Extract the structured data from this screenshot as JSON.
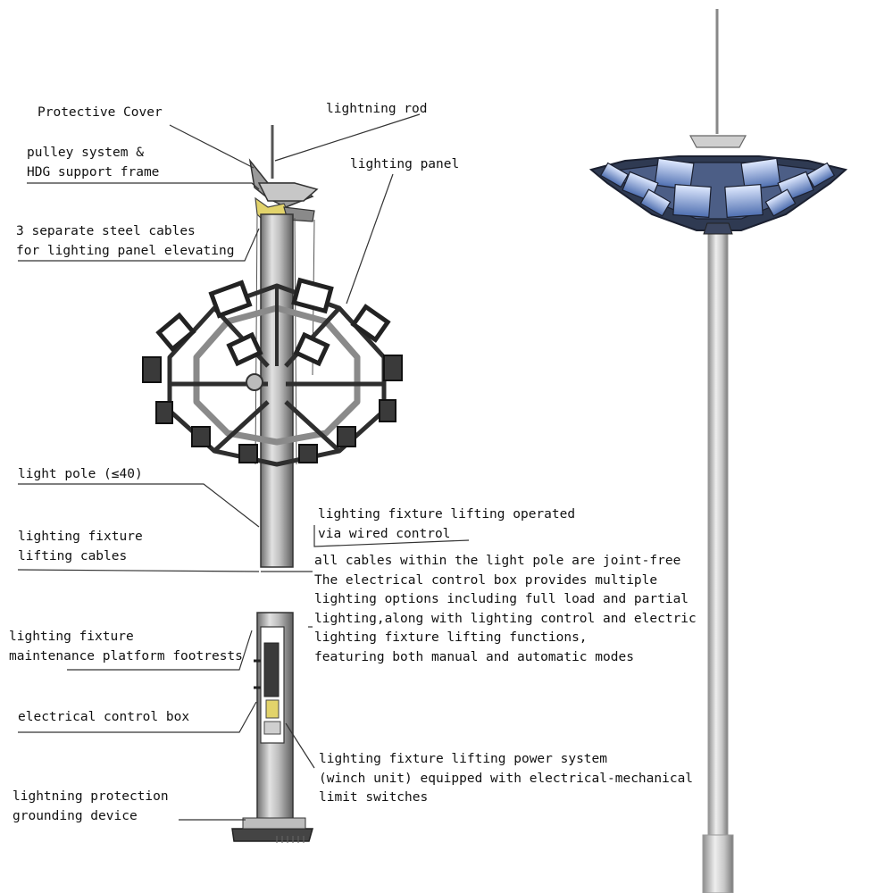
{
  "labels": {
    "protective_cover": "Protective Cover",
    "lightning_rod": "lightning rod",
    "pulley_system": [
      "pulley system &",
      "HDG support frame"
    ],
    "lighting_panel": "lighting panel",
    "steel_cables": [
      "3 separate steel cables",
      "for lighting panel elevating"
    ],
    "light_pole": "light pole (≤40)",
    "wired_control": [
      "lighting fixture lifting operated",
      "via wired control"
    ],
    "lifting_cables": [
      "lighting fixture",
      "lifting cables"
    ],
    "control_box_desc": [
      "all cables within the light pole are joint-free",
      "The electrical control box provides multiple",
      "lighting options including full load and partial",
      "lighting,along with lighting control and electric",
      "lighting fixture lifting functions,",
      "featuring both manual and automatic modes"
    ],
    "footrests": [
      "lighting fixture",
      "maintenance platform footrests"
    ],
    "control_box": "electrical control box",
    "power_system": [
      "lighting fixture lifting power system",
      "(winch unit) equipped with electrical-mechanical",
      "limit switches"
    ],
    "grounding": [
      "lightning protection",
      "grounding device"
    ]
  },
  "colors": {
    "line": "#333333",
    "pole_light": "#d9d9d9",
    "pole_dark": "#7a7a7a",
    "frame_dark": "#2e2e2e",
    "frame_grey": "#8a8a8a",
    "led_panel": "#5a7fbf",
    "led_highlight": "#cfe0ff",
    "accent_yellow": "#e2d36b"
  }
}
